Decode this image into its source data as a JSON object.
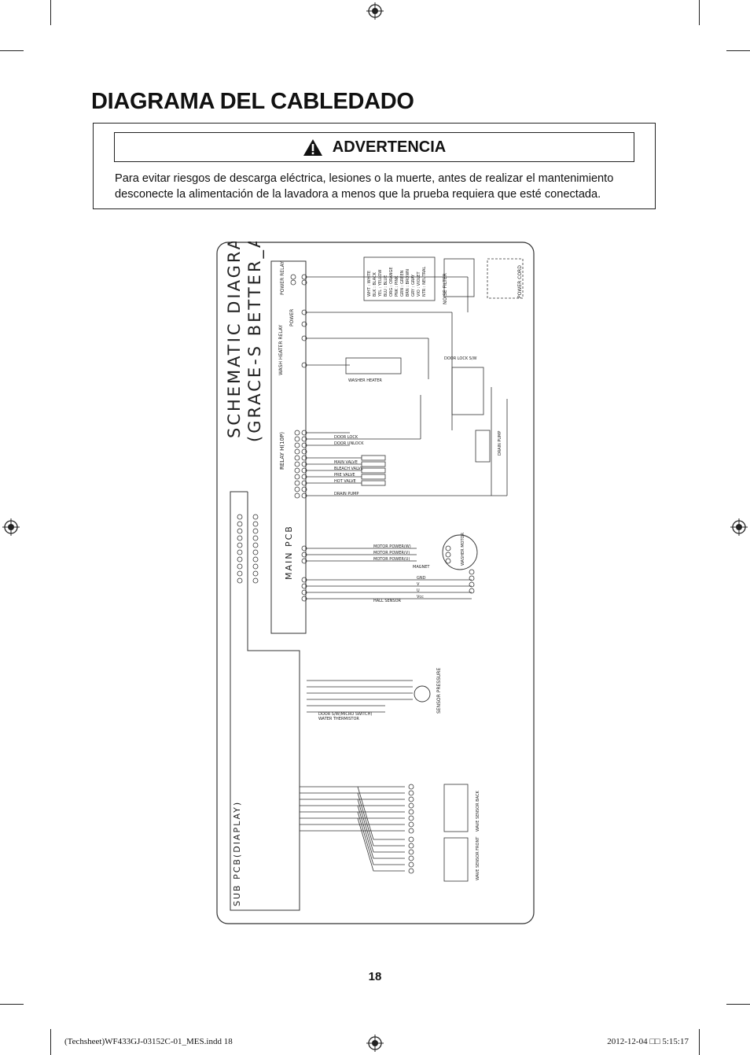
{
  "page": {
    "title": "DIAGRAMA DEL CABLEDADO",
    "page_number": "18"
  },
  "warning": {
    "label": "ADVERTENCIA",
    "icon": "warning-triangle-icon",
    "text": "Para evitar riesgos de descarga eléctrica, lesiones o la muerte, antes de realizar el mantenimiento desconecte la alimentación de la lavadora a menos que la prueba requiera que esté conectada."
  },
  "schematic": {
    "title_line1": "SCHEMATIC DIAGRAM",
    "title_line2": "(GRACE-S BETTER_AD)",
    "main_pcb": "MAIN PCB",
    "sub_pcb": "SUB PCB(DIAPLAY)",
    "relay_header": "RELAY H(10P)",
    "power_relay": "POWER RELAY",
    "power": "POWER",
    "wash_heater": "WASH HEATER RELAY",
    "noise_filter": "NOISE FILTER",
    "power_cord": "POWER CORD",
    "washer_heater": "WASHER HEATER",
    "door_lock_sw": "DOOR LOCK S/W",
    "drain_pump": "DRAIN PUMP",
    "washer_motor": "WASHER MOTOR",
    "magnet": "MAGNET",
    "hall_sensor": "HALL SENSOR",
    "sensor_pressure": "SENSOR PRESSURE",
    "water_thermistor": "WATER THERMISTOR",
    "door_switch": "DOOR S/W(MICRO SWITCH)",
    "wave_sensor_back": "WAVE SENSOR BACK",
    "wave_sensor_front": "WAVE SENSOR FRONT",
    "valves": [
      "DOOR LOCK",
      "DOOR UNLOCK",
      "MAIN VALVE",
      "BLEACH VALVE",
      "PRE VALVE",
      "HOT VALVE",
      "DRAIN PUMP"
    ],
    "motor_phases": [
      "MOTOR POWER(W)",
      "MOTOR POWER(V)",
      "MOTOR POWER(U)"
    ],
    "hall_signals": [
      "GND",
      "V",
      "U",
      "Vcc"
    ],
    "wire_color_legend": [
      "WHT : WHITE",
      "BLK : BLACK",
      "YEL : YELLOW",
      "BLU : BLUE",
      "ORG : ORANGE",
      "PNK : PINK",
      "GRN : GREEN",
      "BRN : BROWN",
      "GRY : GRAY",
      "VIO : VIOLET",
      "NTR : NEUTRAL"
    ]
  },
  "footer": {
    "left": "(Techsheet)WF433GJ-03152C-01_MES.indd   18",
    "right": "2012-12-04   □□ 5:15:17"
  }
}
